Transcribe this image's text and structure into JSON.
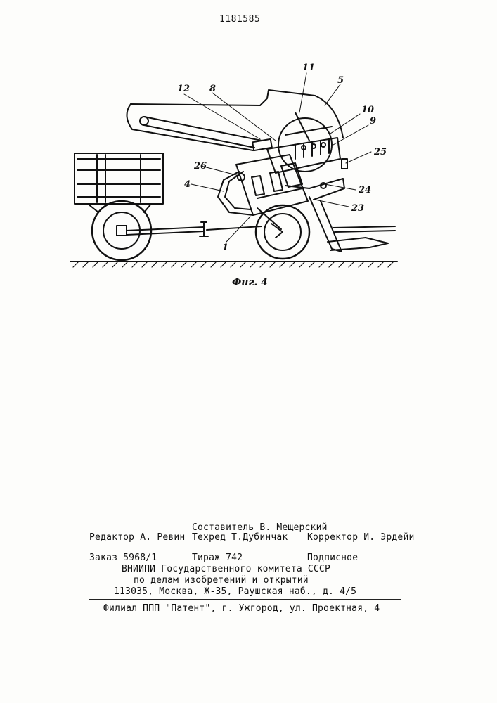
{
  "header": {
    "patent_number": "1181585"
  },
  "figure": {
    "caption": "Фиг. 4",
    "labels": [
      "11",
      "5",
      "12",
      "8",
      "10",
      "9",
      "26",
      "25",
      "4",
      "24",
      "23",
      "1"
    ]
  },
  "footer": {
    "editor": "Редактор А. Ревин",
    "composer": "Составитель В. Мещерский",
    "techeditor": "Техред Т.Дубинчак",
    "corrector": "Корректор И. Эрдейи",
    "order": "Заказ 5968/1",
    "circulation": "Тираж 742",
    "subscription": "Подписное",
    "org_line1": "ВНИИПИ Государственного комитета СССР",
    "org_line2": "по делам изобретений и открытий",
    "address": "113035, Москва, Ж-35, Раушская наб., д. 4/5",
    "branch": "Филиал ППП \"Патент\", г. Ужгород, ул. Проектная, 4"
  }
}
